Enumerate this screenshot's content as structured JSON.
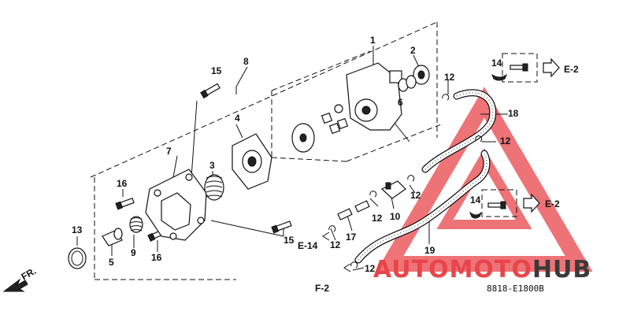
{
  "diagram": {
    "callouts": {
      "p1": "1",
      "p2": "2",
      "p3": "3",
      "p4": "4",
      "p5": "5",
      "p6": "6",
      "p7": "7",
      "p8": "8",
      "p9": "9",
      "p10": "10",
      "p12a": "12",
      "p12b": "12",
      "p12c": "12",
      "p12d": "12",
      "p12e": "12",
      "p12f": "12",
      "p13": "13",
      "p14a": "14",
      "p14b": "14",
      "p15a": "15",
      "p15b": "15",
      "p16a": "16",
      "p16b": "16",
      "p17": "17",
      "p18": "18",
      "p19": "19"
    },
    "refs": {
      "e2_top": "E-2",
      "e2_mid": "E-2",
      "e14": "E-14",
      "f2": "F-2"
    },
    "front_marker": "FR.",
    "diagram_code": "8818-E1800B"
  },
  "watermark": {
    "text_part1": "AUTOMOTO",
    "text_part2": "HUB",
    "color_red": "#e8454a",
    "color_dark": "#3a3a3a"
  }
}
